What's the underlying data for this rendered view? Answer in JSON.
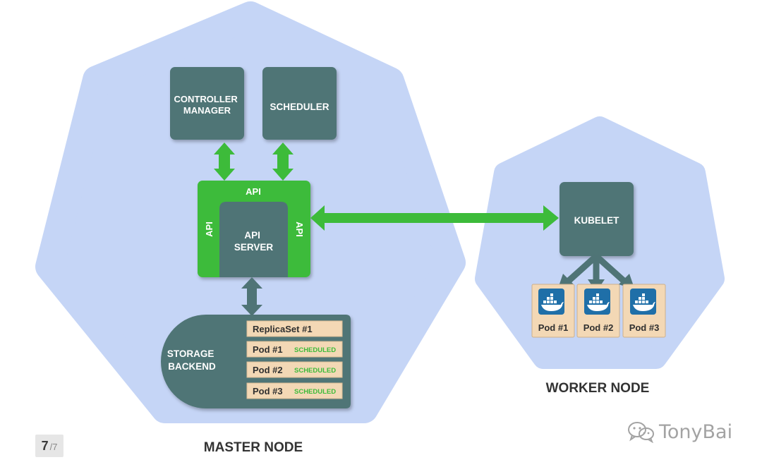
{
  "master_node": {
    "title": "MASTER NODE",
    "controller_manager": [
      "CONTROLLER",
      "MANAGER"
    ],
    "scheduler": "SCHEDULER",
    "api_top": "API",
    "api_left": "API",
    "api_right": "API",
    "api_server": [
      "API",
      "SERVER"
    ],
    "storage_backend": [
      "STORAGE",
      "BACKEND"
    ],
    "storage_rows": [
      {
        "label": "ReplicaSet #1",
        "status": ""
      },
      {
        "label": "Pod #1",
        "status": "SCHEDULED"
      },
      {
        "label": "Pod #2",
        "status": "SCHEDULED"
      },
      {
        "label": "Pod #3",
        "status": "SCHEDULED"
      }
    ]
  },
  "worker_node": {
    "title": "WORKER NODE",
    "kubelet": "KUBELET",
    "pods": [
      "Pod #1",
      "Pod #2",
      "Pod #3"
    ]
  },
  "pagination": {
    "current": "7",
    "total": "/7"
  },
  "watermark": "TonyBai",
  "colors": {
    "node_bg": "#c5d5f6",
    "component": "#4f7476",
    "api_green": "#3dbb3a",
    "arrow_green": "#3dbb3a",
    "arrow_slate": "#4f7476",
    "pod_bg": "#f3d8b5",
    "pod_border": "#cdb08c",
    "docker_blue": "#1f6fa8",
    "scheduled_green": "#3dbb3a"
  },
  "icons": [
    "docker-whale-icon",
    "wechat-icon"
  ]
}
